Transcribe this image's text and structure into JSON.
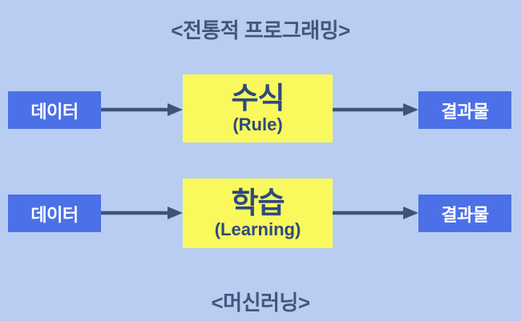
{
  "colors": {
    "bg": "#b9cdf2",
    "box-blue": "#4b70e8",
    "box-yellow": "#f9f95e",
    "text-navy": "#2e4a7c",
    "arrow": "#3e5475",
    "text-title": "#44567d",
    "text-white": "#ffffff"
  },
  "titles": {
    "top": "<전통적 프로그래밍>",
    "bottom": "<머신러닝>"
  },
  "rows": [
    {
      "name": "traditional-programming",
      "input": "데이터",
      "process_main": "수식",
      "process_sub": "(Rule)",
      "output": "결과물"
    },
    {
      "name": "machine-learning",
      "input": "데이터",
      "process_main": "학습",
      "process_sub": "(Learning)",
      "output": "결과물"
    }
  ]
}
